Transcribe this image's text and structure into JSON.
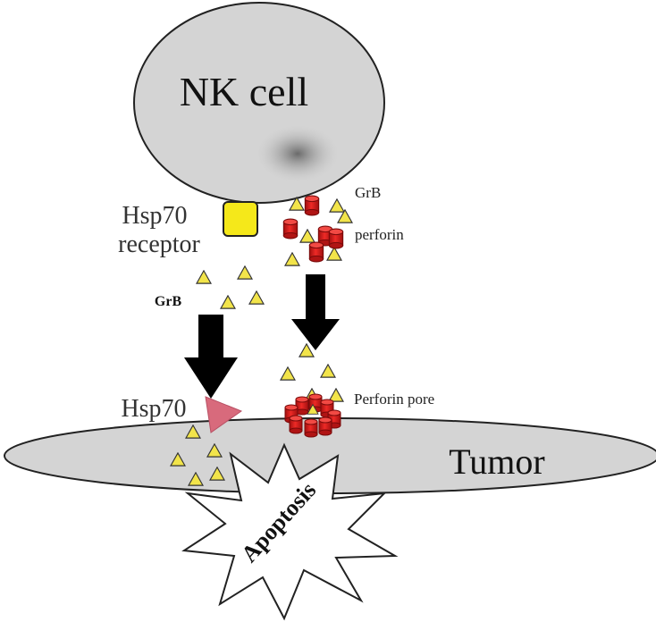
{
  "nk_cell": {
    "label": "NK cell"
  },
  "receptor": {
    "line1": "Hsp70",
    "line2": "receptor"
  },
  "grb_left": {
    "label": "GrB"
  },
  "grb_right": {
    "label": "GrB"
  },
  "perforin": {
    "label": "perforin"
  },
  "hsp70": {
    "label": "Hsp70"
  },
  "perforin_pore": {
    "label": "Perforin pore"
  },
  "tumor": {
    "label": "Tumor"
  },
  "apoptosis": {
    "label": "Apoptosis"
  },
  "colors": {
    "granzyme": "#f2e44a",
    "perforin": "#e8201e",
    "receptor": "#f5e81a",
    "hsp70": "#d86a7c",
    "cell_fill": "#d4d4d4",
    "arrow": "#000000"
  }
}
